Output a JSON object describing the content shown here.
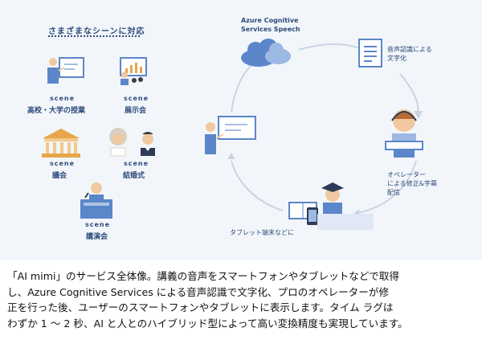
{
  "left_section": {
    "heading": "さまざまなシーンに対応",
    "scene_tag": "scene",
    "scenes": [
      {
        "label": "高校・大学の授業"
      },
      {
        "label": "展示会"
      },
      {
        "label": "議会"
      },
      {
        "label": "結婚式"
      },
      {
        "label": "講演会"
      }
    ]
  },
  "flow": {
    "cloud_label_1": "Azure Cognitive",
    "cloud_label_2": "Services Speech",
    "doc_label_1": "音声認識による",
    "doc_label_2": "文字化",
    "operator_label_1": "オペレーター",
    "operator_label_2": "による修正&字幕",
    "operator_label_3": "配信",
    "tablet_label": "タブレット端末などに"
  },
  "caption": {
    "line1": "「AI mimi」のサービス全体像。講義の音声をスマートフォンやタブレットなどで取得",
    "line2": "し、Azure Cognitive Services による音声認識で文字化、プロのオペレーターが修",
    "line3": "正を行った後、ユーザーのスマートフォンやタブレットに表示します。タイム ラグは",
    "line4": "わずか 1 〜 2 秒、AI と人とのハイブリッド型によって高い変換精度も実現しています。"
  },
  "colors": {
    "navy": "#2d4a7a",
    "panel": "#f2f6fa",
    "accent_blue": "#5b86c9",
    "skin": "#f0c9a0"
  }
}
